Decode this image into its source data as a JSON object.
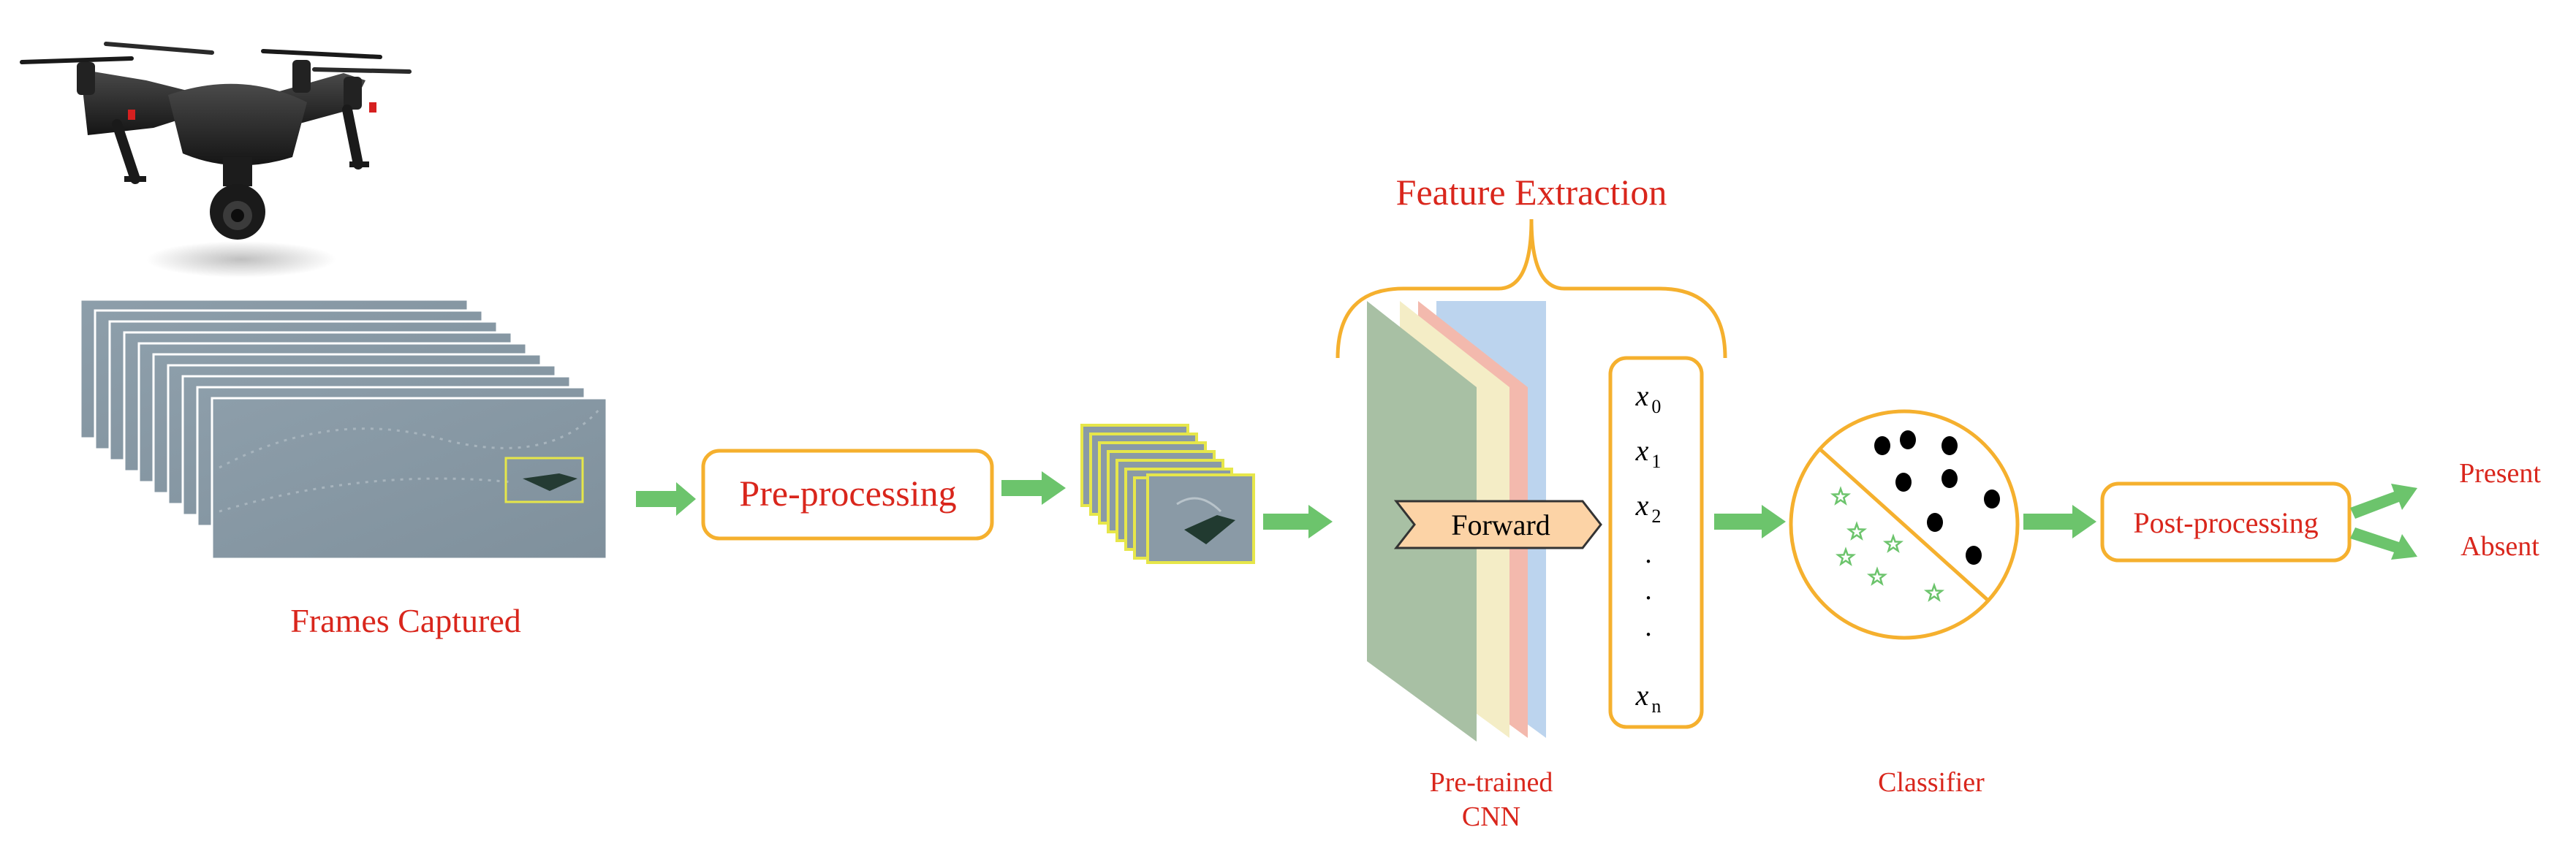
{
  "labels": {
    "frames_captured": "Frames Captured",
    "pre_processing": "Pre-processing",
    "feature_extraction": "Feature Extraction",
    "forward": "Forward",
    "pretrained_cnn_line1": "Pre-trained",
    "pretrained_cnn_line2": "CNN",
    "classifier": "Classifier",
    "post_processing": "Post-processing",
    "present": "Present",
    "absent": "Absent"
  },
  "feature_vector": [
    {
      "var": "x",
      "sub": "0"
    },
    {
      "var": "x",
      "sub": "1"
    },
    {
      "var": "x",
      "sub": "2"
    },
    {
      "var": ".",
      "sub": ""
    },
    {
      "var": ".",
      "sub": ""
    },
    {
      "var": ".",
      "sub": ""
    },
    {
      "var": "x",
      "sub": "n"
    }
  ],
  "colors": {
    "label_red": "#d9261c",
    "box_orange": "#f5b02e",
    "arrow_green": "#6cc46c",
    "forward_fill": "#fcd3a6",
    "cnn_layers": [
      "#a8c0a4",
      "#f4edc6",
      "#f3b9ad",
      "#bcd4ee"
    ],
    "frame_fill": "#8fa0ab",
    "highlight_yellow": "#e6e64a",
    "star_green": "#6cc46c"
  },
  "icons": {
    "drone": "drone-icon",
    "arrow": "green-arrow-icon",
    "star": "star-icon",
    "dot": "dot-icon"
  }
}
